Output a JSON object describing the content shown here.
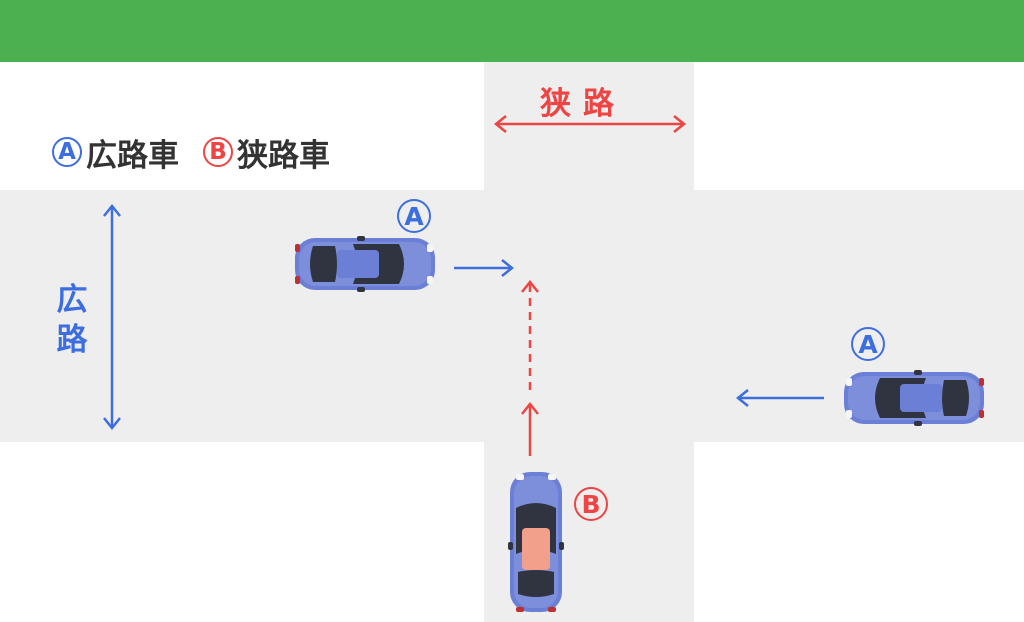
{
  "colors": {
    "top_bar": "#4caf50",
    "road": "#eeeeee",
    "wide_accent": "#3d6ee0",
    "narrow_accent": "#ee4444",
    "car_a": "#6b7fd6",
    "car_b": "#f2a08c",
    "legend_text": "#333333"
  },
  "legend": {
    "a_marker": "A",
    "a_label": "広路車",
    "b_marker": "B",
    "b_label": "狭路車"
  },
  "roads": {
    "narrow_label": "狭路",
    "wide_label": "広路"
  },
  "vehicles": {
    "car_a1_marker": "A",
    "car_a2_marker": "A",
    "car_b_marker": "B"
  },
  "icons": {
    "car": "car-top-view-icon",
    "arrow": "arrow-icon",
    "double_arrow": "double-headed-arrow-icon"
  }
}
